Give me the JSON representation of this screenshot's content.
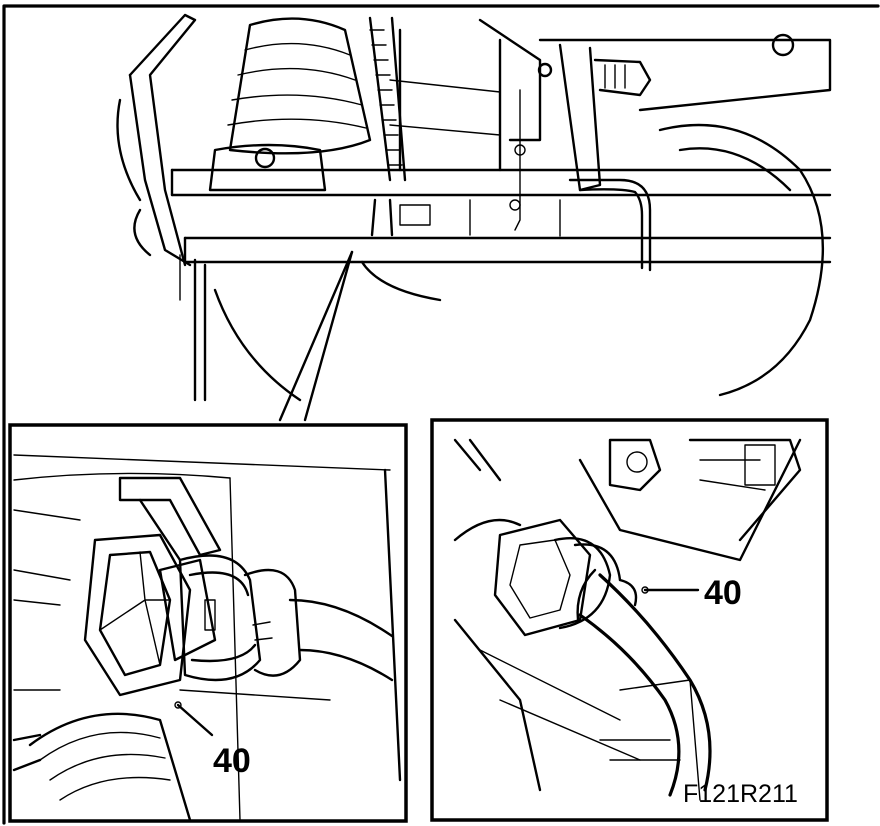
{
  "figure": {
    "callout_left": "40",
    "callout_right": "40",
    "figure_code": "F121R211"
  }
}
